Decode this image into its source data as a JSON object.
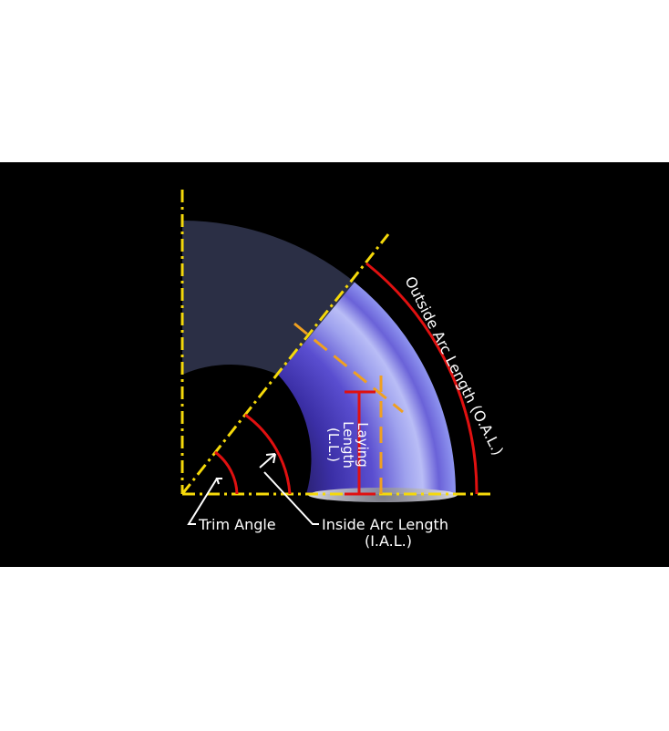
{
  "labels": {
    "outside_arc_length": "Outside Arc Length (O.A.L.)",
    "laying_length_line1": "Laying",
    "laying_length_line2": "Length",
    "laying_length_line3": "(L.L.)",
    "trim_angle": "Trim Angle",
    "inside_arc_length_line1": "Inside Arc Length",
    "inside_arc_length_line2": "(I.A.L.)"
  },
  "colors": {
    "background": "#000000",
    "page": "#ffffff",
    "guide_yellow": "#f5d90a",
    "trim_orange": "#f0a020",
    "measure_red": "#e01010",
    "annotation_white": "#ffffff",
    "uncut_elbow": "#2b2f45",
    "cut_elbow": "#4a3cb8"
  }
}
